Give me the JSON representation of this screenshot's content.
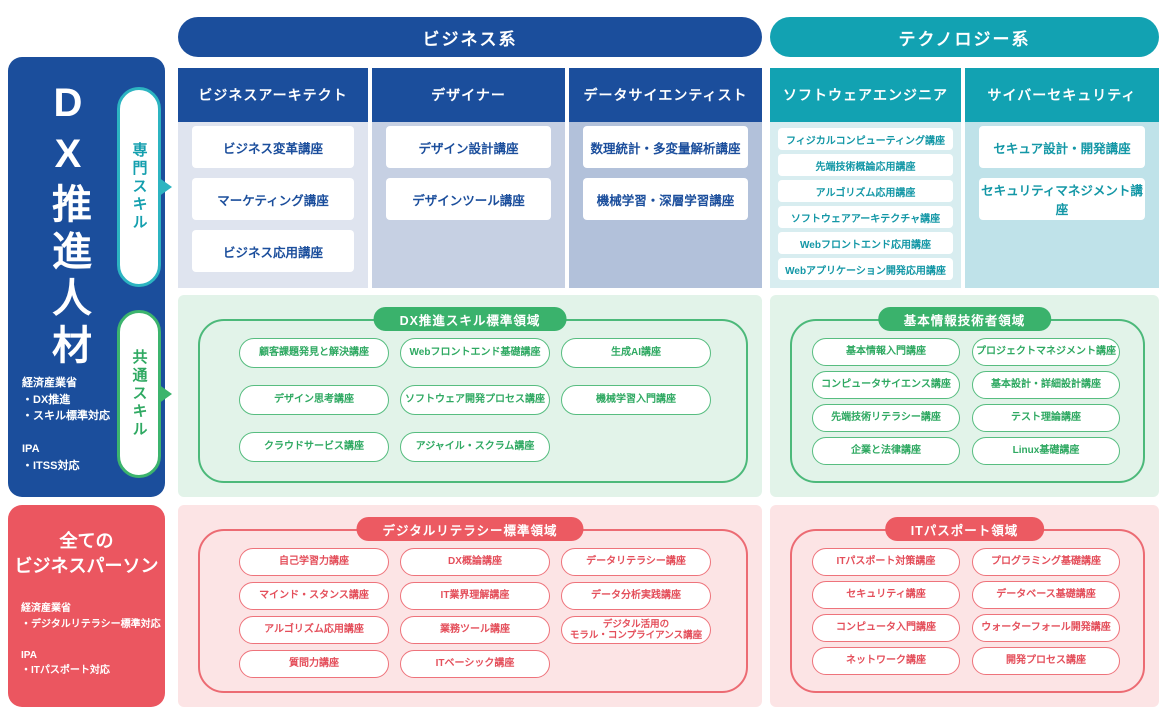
{
  "colors": {
    "navy": "#1b4e9c",
    "teal": "#12a2b2",
    "green": "#3ab26c",
    "red": "#eb5660"
  },
  "group_headers": {
    "business": "ビジネス系",
    "technology": "テクノロジー系"
  },
  "sidebar": {
    "dx_talent": {
      "title": "DX推進人材",
      "notes": "経済産業省\n・DX推進\n・スキル標準対応\n\nIPA\n・ITSS対応",
      "specialist_skill_label": "専門スキル",
      "common_skill_label": "共通スキル"
    },
    "all_business_person": {
      "title": "全ての\nビジネスパーソン",
      "notes": "経済産業省\n・デジタルリテラシー標準対応\n\nIPA\n・ITパスポート対応"
    }
  },
  "columns": [
    {
      "title": "ビジネスアーキテクト",
      "courses": [
        "ビジネス変革講座",
        "マーケティング講座",
        "ビジネス応用講座"
      ]
    },
    {
      "title": "デザイナー",
      "courses": [
        "デザイン設計講座",
        "デザインツール講座"
      ]
    },
    {
      "title": "データサイエンティスト",
      "courses": [
        "数理統計・多変量解析講座",
        "機械学習・深層学習講座"
      ]
    },
    {
      "title": "ソフトウェアエンジニア",
      "courses": [
        "フィジカルコンピューティング講座",
        "先端技術概論応用講座",
        "アルゴリズム応用講座",
        "ソフトウェアアーキテクチャ講座",
        "Webフロントエンド応用講座",
        "Webアプリケーション開発応用講座"
      ]
    },
    {
      "title": "サイバーセキュリティ",
      "courses": [
        "セキュア設計・開発講座",
        "セキュリティマネジメント講座"
      ]
    }
  ],
  "regions": [
    {
      "label": "DX推進スキル標準領域",
      "courses": [
        "顧客課題発見と解決講座",
        "Webフロントエンド基礎講座",
        "生成AI講座",
        "デザイン思考講座",
        "ソフトウェア開発プロセス講座",
        "機械学習入門講座",
        "クラウドサービス講座",
        "アジャイル・スクラム講座"
      ]
    },
    {
      "label": "基本情報技術者領域",
      "courses": [
        "基本情報入門講座",
        "プロジェクトマネジメント講座",
        "コンピュータサイエンス講座",
        "基本設計・詳細設計講座",
        "先端技術リテラシー講座",
        "テスト理論講座",
        "企業と法律講座",
        "Linux基礎講座"
      ]
    },
    {
      "label": "デジタルリテラシー標準領域",
      "courses": [
        "自己学習力講座",
        "DX概論講座",
        "データリテラシー講座",
        "マインド・スタンス講座",
        "IT業界理解講座",
        "データ分析実践講座",
        "アルゴリズム応用講座",
        "業務ツール講座",
        "デジタル活用の\nモラル・コンプライアンス講座",
        "質問力講座",
        "ITベーシック講座"
      ]
    },
    {
      "label": "ITパスポート領域",
      "courses": [
        "ITパスポート対策講座",
        "プログラミング基礎講座",
        "セキュリティ講座",
        "データベース基礎講座",
        "コンピュータ入門講座",
        "ウォーターフォール開発講座",
        "ネットワーク講座",
        "開発プロセス講座"
      ]
    }
  ]
}
